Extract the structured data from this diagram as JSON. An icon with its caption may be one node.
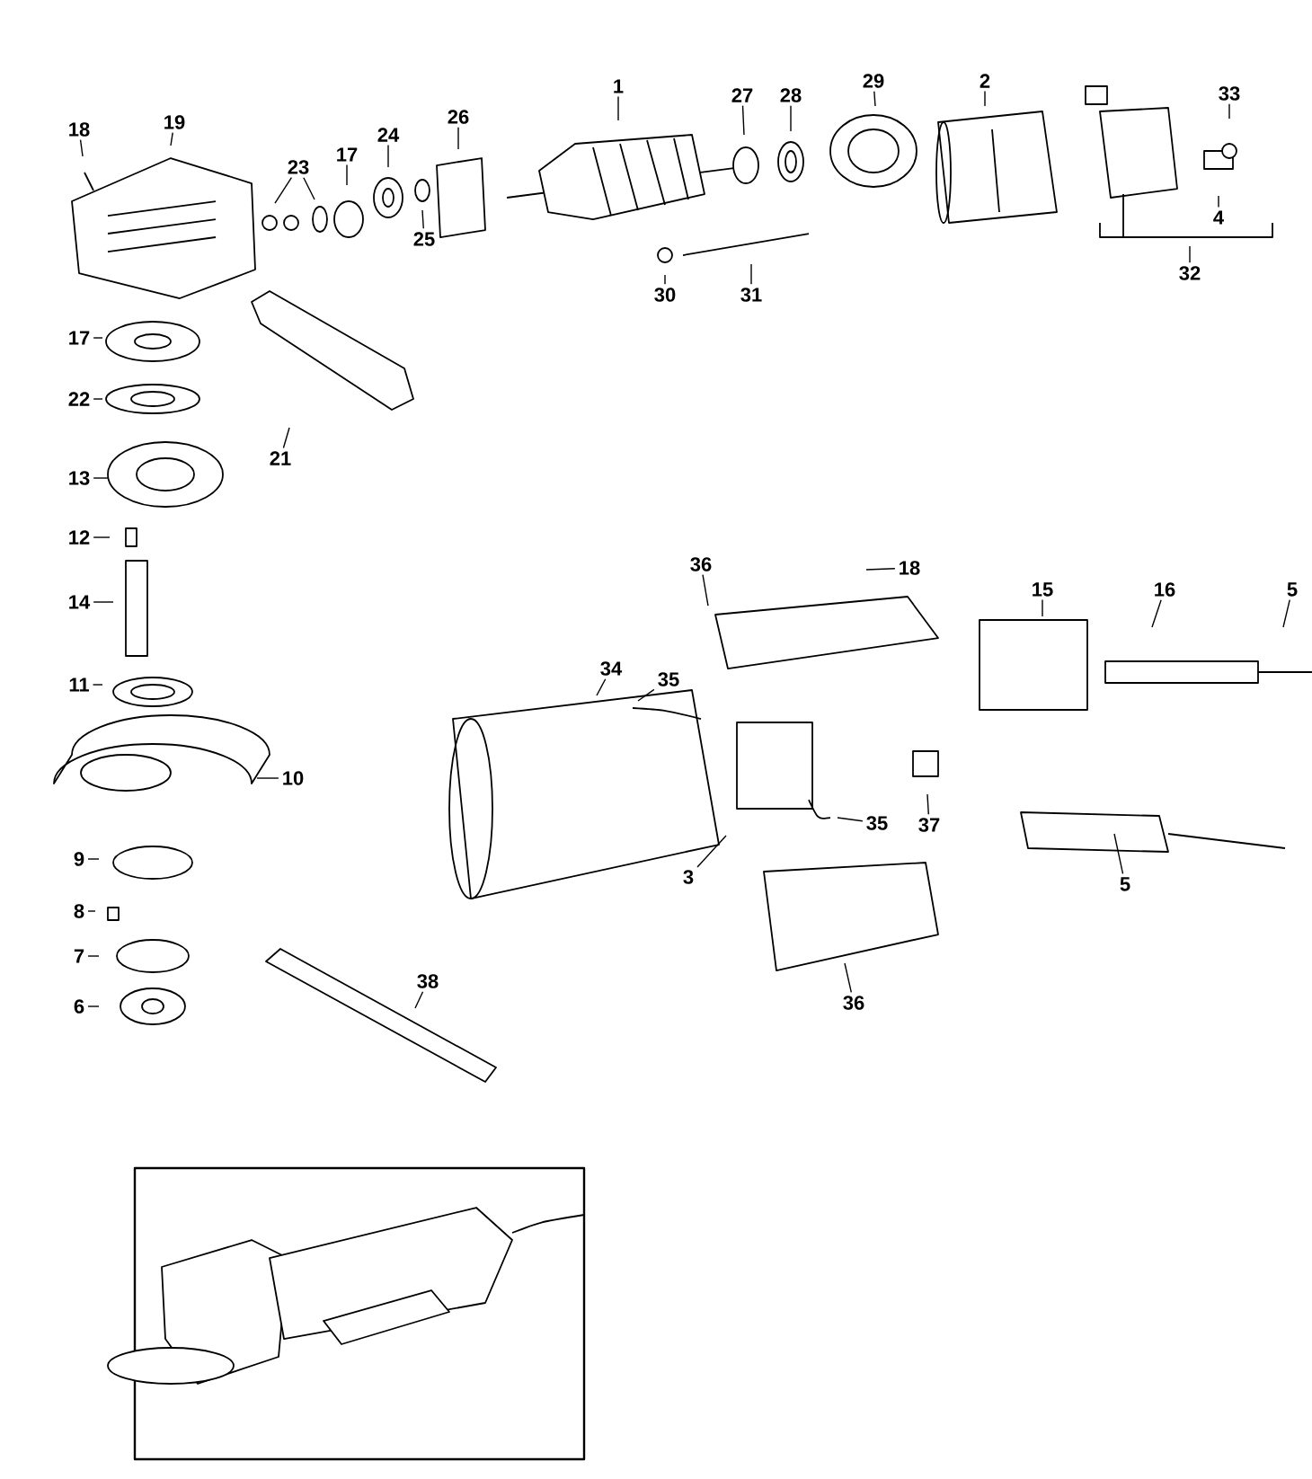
{
  "diagram": {
    "nodes": [
      {
        "text": [
          "18"
        ]
      },
      {
        "text": [
          "19"
        ]
      },
      {
        "text": [
          "23"
        ]
      },
      {
        "text": [
          "17"
        ]
      },
      {
        "text": [
          "24"
        ]
      },
      {
        "text": [
          "26"
        ]
      },
      {
        "text": [
          "1"
        ]
      },
      {
        "text": [
          "27"
        ]
      },
      {
        "text": [
          "28"
        ]
      },
      {
        "text": [
          "29"
        ]
      },
      {
        "text": [
          "2"
        ]
      },
      {
        "text": [
          "33"
        ]
      },
      {
        "text": [
          "25"
        ]
      },
      {
        "text": [
          "4"
        ]
      },
      {
        "text": [
          "32"
        ]
      },
      {
        "text": [
          "30"
        ]
      },
      {
        "text": [
          "31"
        ]
      },
      {
        "text": [
          "17"
        ]
      },
      {
        "text": [
          "22"
        ]
      },
      {
        "text": [
          "21"
        ]
      },
      {
        "text": [
          "13"
        ]
      },
      {
        "text": [
          "12"
        ]
      },
      {
        "text": [
          "14"
        ]
      },
      {
        "text": [
          "18"
        ]
      },
      {
        "text": [
          "36"
        ]
      },
      {
        "text": [
          "15"
        ]
      },
      {
        "text": [
          "16"
        ]
      },
      {
        "text": [
          "5"
        ]
      },
      {
        "text": [
          "35"
        ]
      },
      {
        "text": [
          "34"
        ]
      },
      {
        "text": [
          "11"
        ]
      },
      {
        "text": [
          "10"
        ]
      },
      {
        "text": [
          "37"
        ]
      },
      {
        "text": [
          "35"
        ]
      },
      {
        "text": [
          "9"
        ]
      },
      {
        "text": [
          "3"
        ]
      },
      {
        "text": [
          "5"
        ]
      },
      {
        "text": [
          "8"
        ]
      },
      {
        "text": [
          "7"
        ]
      },
      {
        "text": [
          "36"
        ]
      },
      {
        "text": [
          "38"
        ]
      },
      {
        "text": [
          "6"
        ]
      }
    ],
    "edges": [
      {
        "from": 0,
        "to": null,
        "arrow": "none"
      },
      {
        "from": 1,
        "to": null,
        "arrow": "none"
      },
      {
        "from": 2,
        "to": null,
        "arrow": "none"
      },
      {
        "from": 2,
        "to": null,
        "arrow": "none"
      },
      {
        "from": 3,
        "to": null,
        "arrow": "none"
      },
      {
        "from": 4,
        "to": null,
        "arrow": "none"
      },
      {
        "from": 5,
        "to": null,
        "arrow": "none"
      },
      {
        "from": 6,
        "to": null,
        "arrow": "none"
      },
      {
        "from": 7,
        "to": null,
        "arrow": "none"
      },
      {
        "from": 8,
        "to": null,
        "arrow": "none"
      },
      {
        "from": 9,
        "to": null,
        "arrow": "none"
      },
      {
        "from": 10,
        "to": null,
        "arrow": "none"
      },
      {
        "from": 11,
        "to": null,
        "arrow": "none"
      },
      {
        "from": 12,
        "to": null,
        "arrow": "none"
      },
      {
        "from": 13,
        "to": null,
        "arrow": "none"
      },
      {
        "from": 14,
        "to": null,
        "arrow": "none"
      },
      {
        "from": 15,
        "to": null,
        "arrow": "none"
      },
      {
        "from": 16,
        "to": null,
        "arrow": "none"
      },
      {
        "from": 17,
        "to": null,
        "arrow": "none"
      },
      {
        "from": 18,
        "to": null,
        "arrow": "none"
      },
      {
        "from": 19,
        "to": null,
        "arrow": "none"
      },
      {
        "from": 20,
        "to": null,
        "arrow": "none"
      },
      {
        "from": 21,
        "to": null,
        "arrow": "none"
      },
      {
        "from": 22,
        "to": null,
        "arrow": "none"
      },
      {
        "from": 23,
        "to": null,
        "arrow": "none"
      },
      {
        "from": 24,
        "to": null,
        "arrow": "none"
      },
      {
        "from": 25,
        "to": null,
        "arrow": "none"
      },
      {
        "from": 26,
        "to": null,
        "arrow": "none"
      },
      {
        "from": 27,
        "to": null,
        "arrow": "none"
      },
      {
        "from": 28,
        "to": null,
        "arrow": "none"
      },
      {
        "from": 29,
        "to": null,
        "arrow": "none"
      },
      {
        "from": 30,
        "to": null,
        "arrow": "none"
      },
      {
        "from": 31,
        "to": null,
        "arrow": "none"
      },
      {
        "from": 32,
        "to": null,
        "arrow": "none"
      },
      {
        "from": 33,
        "to": null,
        "arrow": "none"
      },
      {
        "from": 34,
        "to": null,
        "arrow": "none"
      },
      {
        "from": 35,
        "to": null,
        "arrow": "none"
      },
      {
        "from": 36,
        "to": null,
        "arrow": "none"
      },
      {
        "from": 37,
        "to": null,
        "arrow": "none"
      },
      {
        "from": 38,
        "to": null,
        "arrow": "none"
      },
      {
        "from": 39,
        "to": null,
        "arrow": "none"
      },
      {
        "from": 40,
        "to": null,
        "arrow": "none"
      },
      {
        "from": 41,
        "to": null,
        "arrow": "none"
      }
    ]
  }
}
